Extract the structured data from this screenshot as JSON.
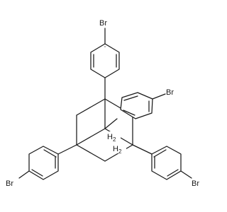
{
  "molecule": {
    "atoms": {
      "br_top": "Br",
      "br_right": "Br",
      "br_left": "Br",
      "br_bottom_right": "Br",
      "ch2_upper": "H",
      "ch2_upper_sub": "2",
      "ch2_lower": "H",
      "ch2_lower_sub": "2"
    }
  }
}
